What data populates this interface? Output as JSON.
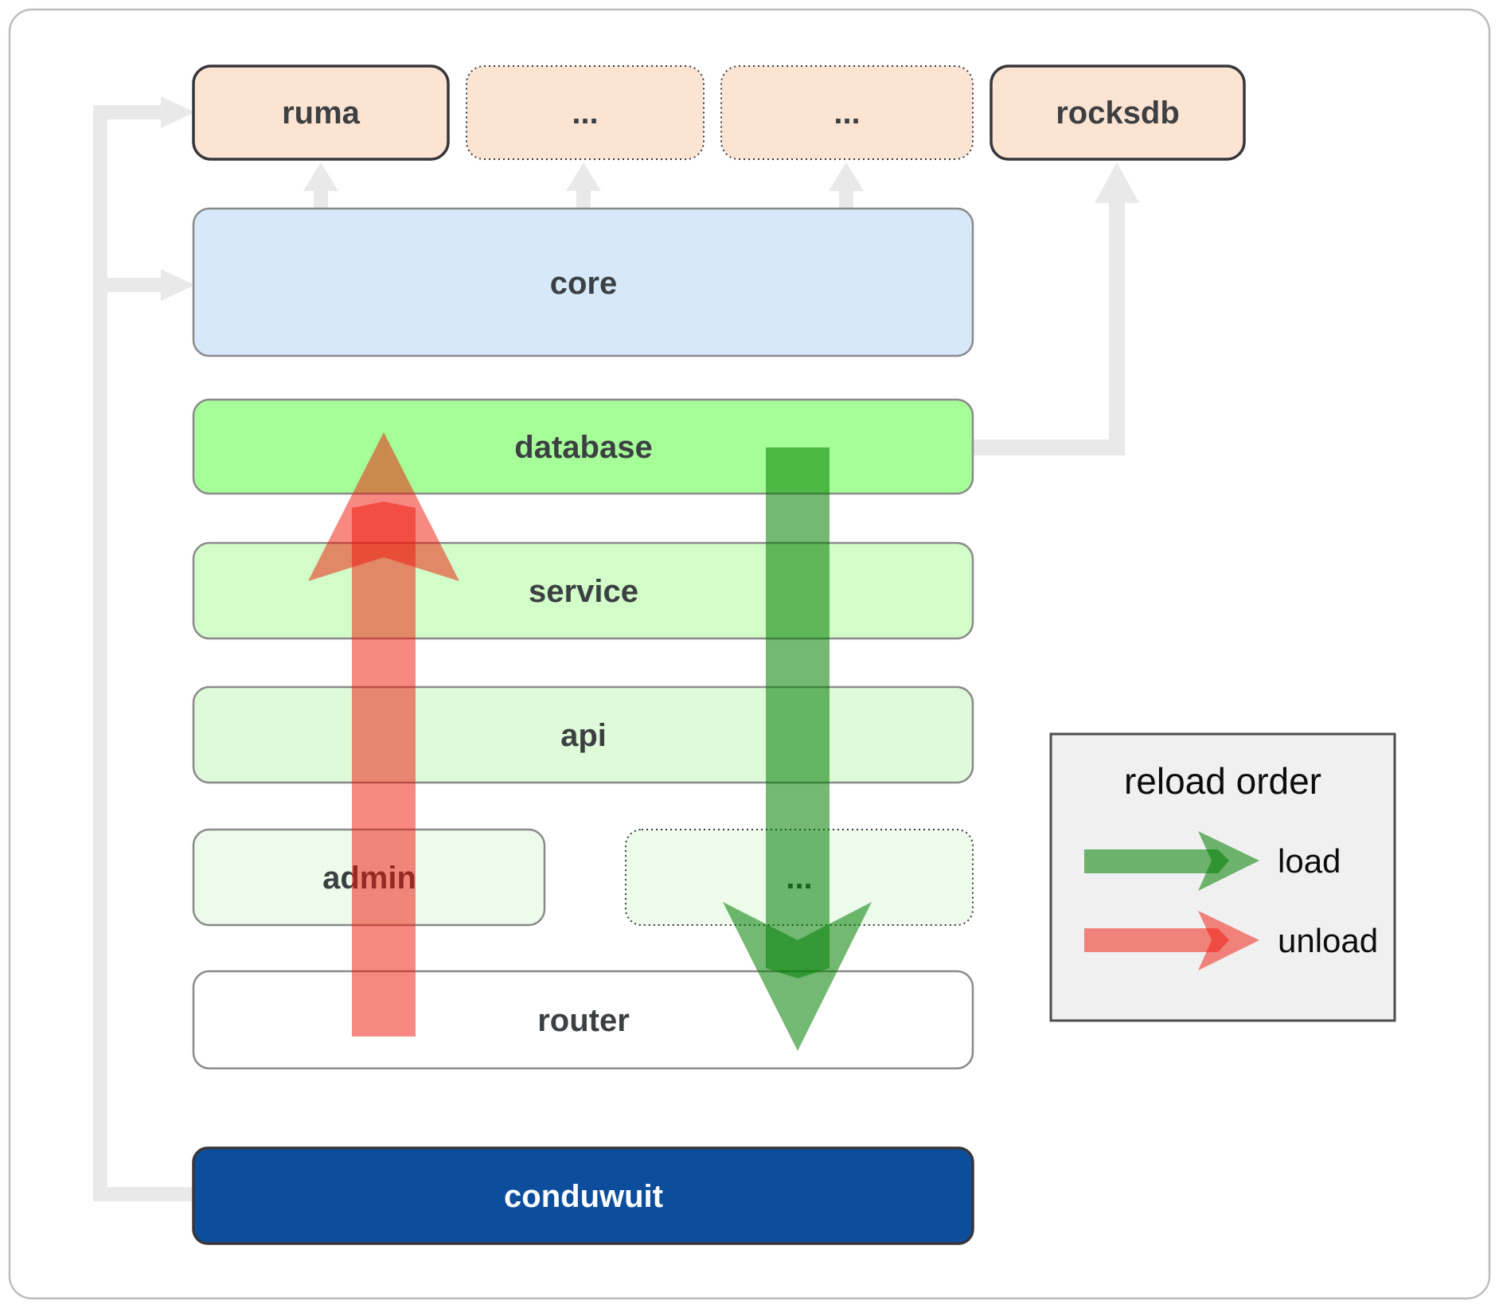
{
  "boxes": {
    "ruma": {
      "label": "ruma"
    },
    "ellipsis1": {
      "label": "..."
    },
    "ellipsis2": {
      "label": "..."
    },
    "rocksdb": {
      "label": "rocksdb"
    },
    "core": {
      "label": "core"
    },
    "database": {
      "label": "database"
    },
    "service": {
      "label": "service"
    },
    "api": {
      "label": "api"
    },
    "admin": {
      "label": "admin"
    },
    "adminEllipsis": {
      "label": "..."
    },
    "router": {
      "label": "router"
    },
    "conduwuit": {
      "label": "conduwuit"
    }
  },
  "legend": {
    "title": "reload order",
    "load_label": "load",
    "unload_label": "unload"
  },
  "colors": {
    "peach_fill": "#fce4d3",
    "core_fill": "#d6e8fa",
    "database_fill": "#a6fe98",
    "service_fill": "#d2fcc8",
    "api_fill": "#dffad9",
    "admin_fill": "#ecfbea",
    "router_fill": "#ffffff",
    "conduwuit_fill": "#0d4e9c",
    "legend_fill": "#f0f0f0",
    "connector_gray": "#e9e9e9",
    "load_color": "#007d00",
    "unload_color": "#ef1405"
  }
}
